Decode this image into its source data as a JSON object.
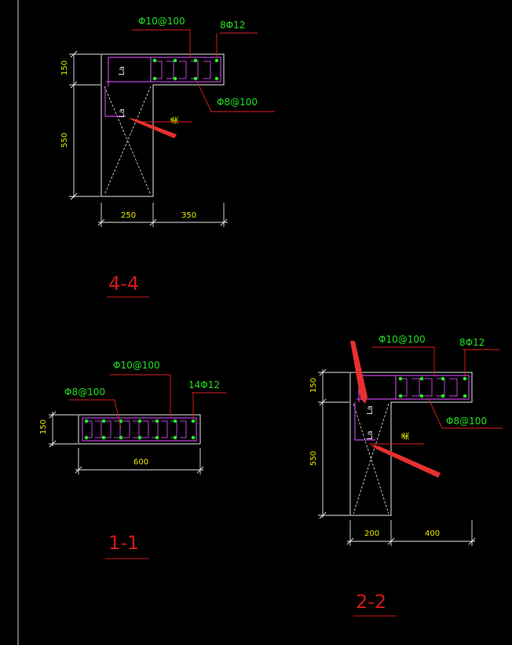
{
  "colors": {
    "background": "#000000",
    "concrete_outline": "#e8e8e8",
    "dimension": "#e8e8e8",
    "dimension_text": "#e8e800",
    "rebar": "#c040e0",
    "rebar_dot": "#22ee22",
    "leader": "#dd2020",
    "callout_text": "#22dd22",
    "section_title": "#d01818",
    "arrow": "#e83030"
  },
  "sec44": {
    "title": "4-4",
    "stirrup_callout": "Φ10@100",
    "long_callout": "8Φ12",
    "tie_callout": "Φ8@100",
    "dim_flange_thk": "150",
    "dim_web_height": "550",
    "dim_web_width": "250",
    "dim_flange_width": "350",
    "la_top": "La",
    "la_mid": "La",
    "side_mark": "柔"
  },
  "sec11": {
    "title": "1-1",
    "stirrup_callout": "Φ10@100",
    "long_callout": "14Φ12",
    "tie_callout": "Φ8@100",
    "dim_height": "150",
    "dim_width": "600"
  },
  "sec22": {
    "title": "2-2",
    "stirrup_callout": "Φ10@100",
    "long_callout": "8Φ12",
    "tie_callout": "Φ8@100",
    "dim_flange_thk": "150",
    "dim_web_height": "550",
    "dim_web_width": "200",
    "dim_flange_width": "400",
    "la_top": "La",
    "la_mid": "La",
    "side_mark": "柔"
  }
}
